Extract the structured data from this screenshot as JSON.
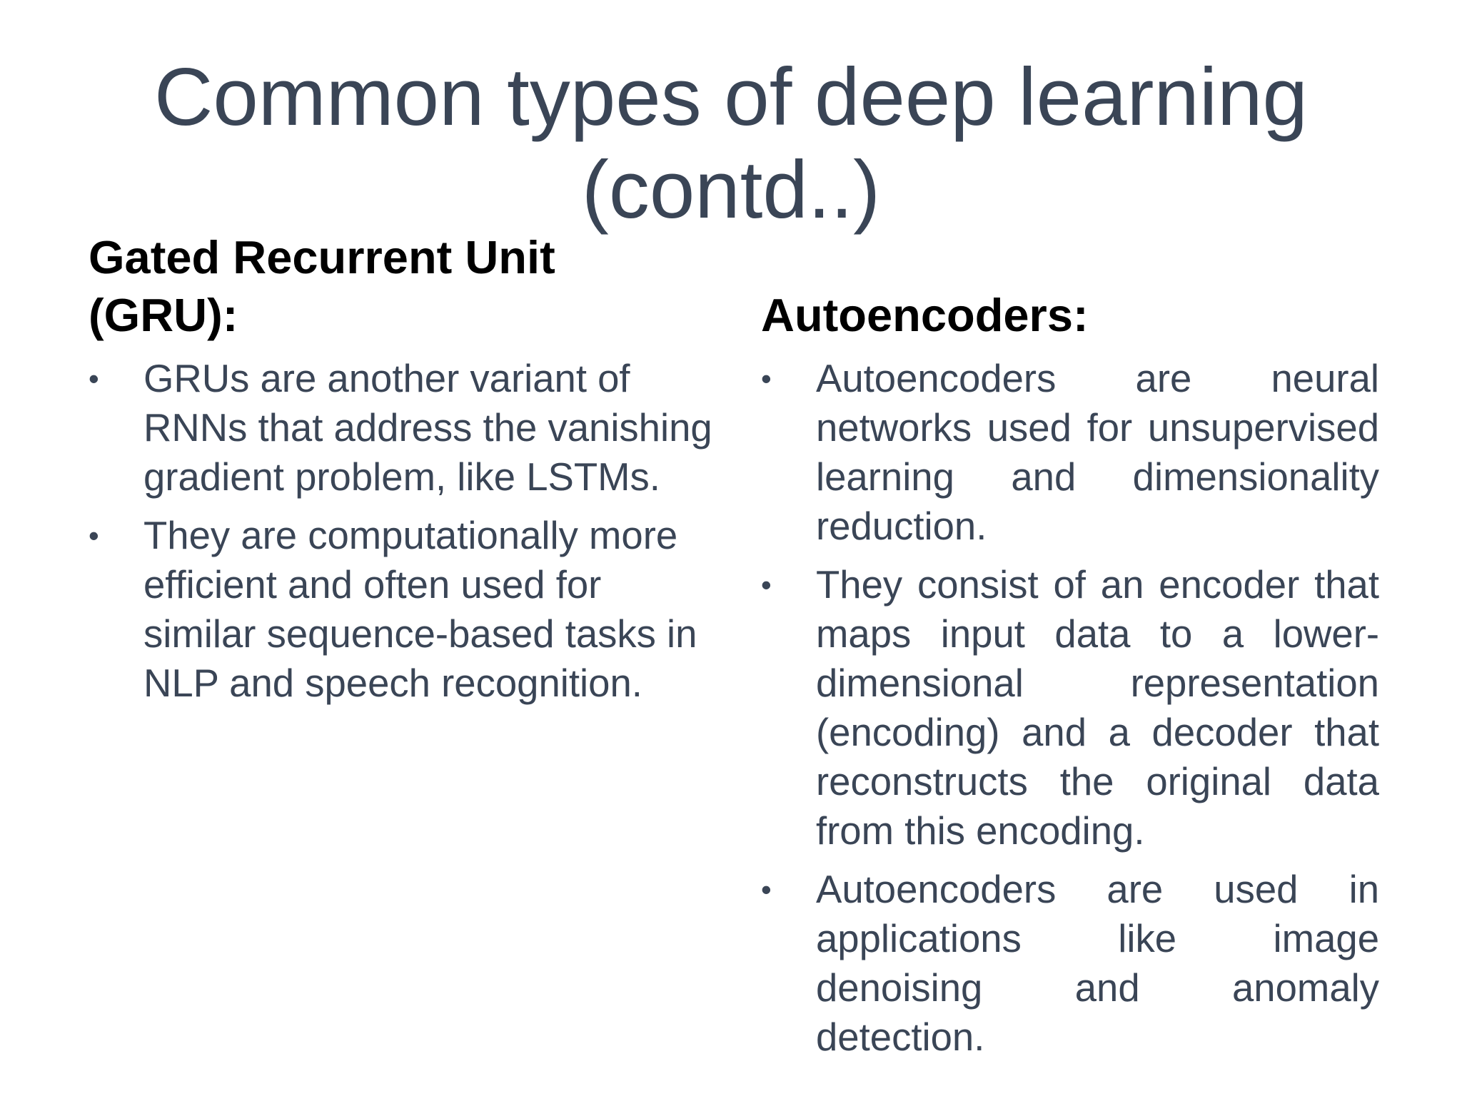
{
  "title": {
    "line1": "Common types of deep learning",
    "line2": "(contd..)"
  },
  "left_column": {
    "heading_line1": "Gated Recurrent Unit",
    "heading_line2": "(GRU):",
    "bullets": [
      "GRUs are another variant of RNNs that address the vanishing gradient problem, like LSTMs.",
      "They are computationally more efficient and often used for similar sequence-based tasks in NLP and speech recognition."
    ]
  },
  "right_column": {
    "heading": "Autoencoders:",
    "bullets": [
      "Autoencoders are neural networks used for unsupervised learning and dimensionality reduction.",
      "They consist of an encoder that maps input data to a lower-dimensional representation (encoding) and a decoder that reconstructs the original data from this encoding.",
      "Autoencoders are used in applications like image denoising and anomaly detection."
    ]
  },
  "bullet_symbol": "•",
  "colors": {
    "title_text": "#3a4556",
    "body_text": "#3a4556",
    "heading_text": "#000000",
    "background": "#ffffff"
  }
}
